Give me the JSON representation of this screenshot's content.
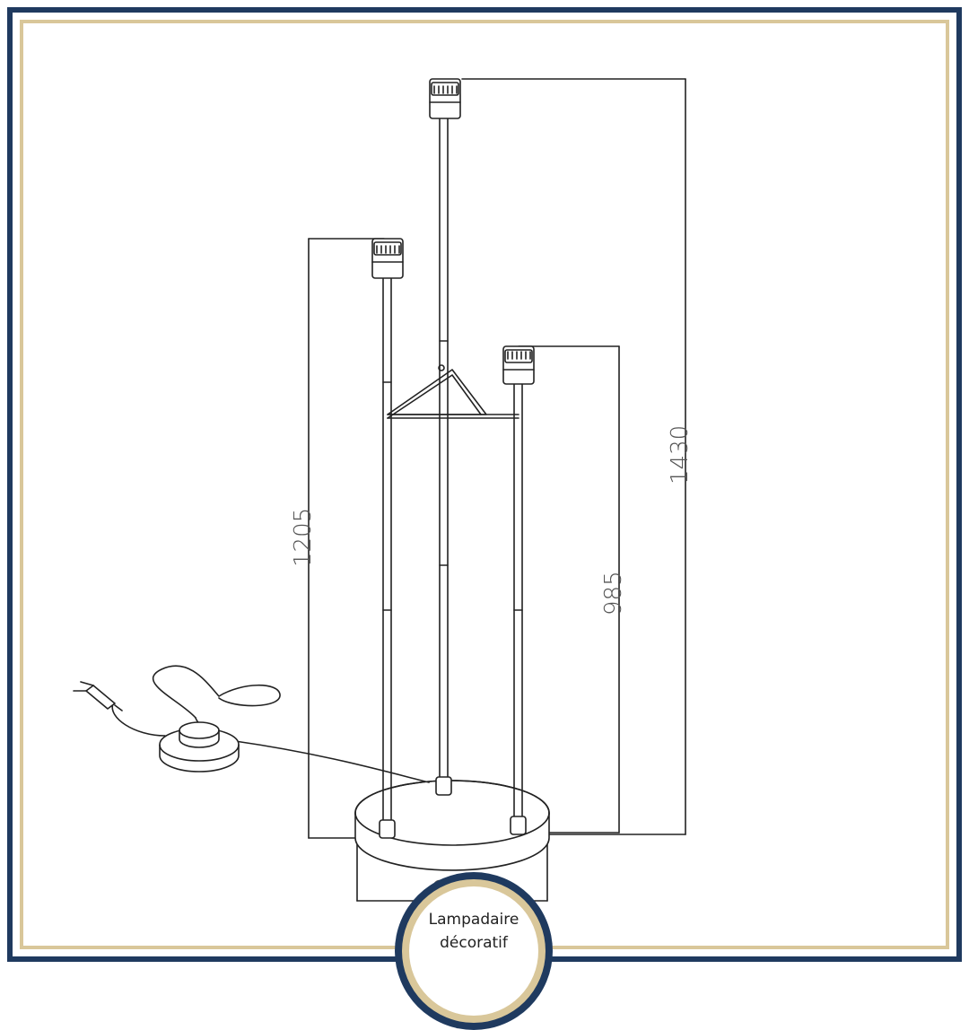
{
  "caption": {
    "line1": "Lampadaire",
    "line2": "décoratif"
  },
  "dimensions": {
    "tall_height": "1430",
    "left_height": "1205",
    "right_height": "985",
    "base_diameter": "Ø"
  },
  "colors": {
    "frame_navy": "#1f3a5f",
    "frame_gold": "#d9c79a",
    "line": "#222222"
  },
  "icons": [
    "plug-icon",
    "foot-switch-icon",
    "lamp-socket-icon"
  ]
}
